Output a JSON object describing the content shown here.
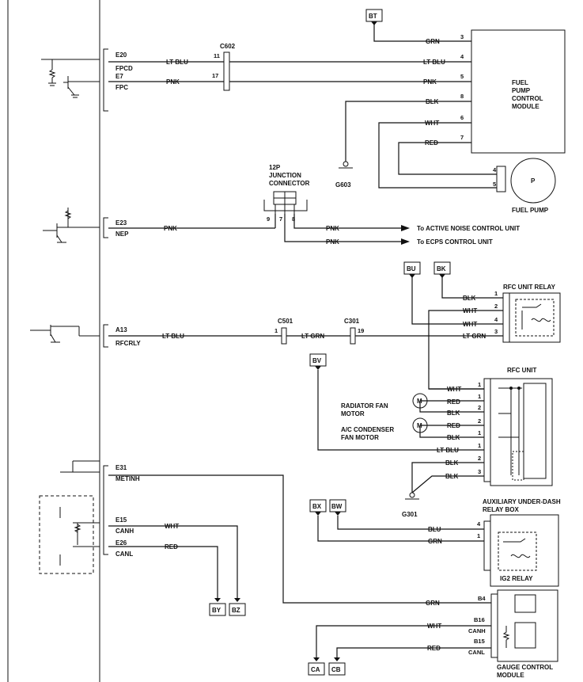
{
  "terminals": {
    "BT": "BT",
    "BU": "BU",
    "BK": "BK",
    "BV": "BV",
    "BX": "BX",
    "BW": "BW",
    "BY": "BY",
    "BZ": "BZ",
    "CA": "CA",
    "CB": "CB"
  },
  "ecm_pins": {
    "e20": "E20",
    "fpcd": "FPCD",
    "e7": "E7",
    "fpc": "FPC",
    "e23": "E23",
    "nep": "NEP",
    "a13": "A13",
    "rfcrly": "RFCRLY",
    "e31": "E31",
    "metinh": "METINH",
    "e15": "E15",
    "canh": "CANH",
    "e26": "E26",
    "canl": "CANL"
  },
  "connectors": {
    "c602": "C602",
    "c501": "C501",
    "c301": "C301",
    "jc_line1": "12P",
    "jc_line2": "JUNCTION",
    "jc_line3": "CONNECTOR",
    "g603": "G603",
    "g301": "G301"
  },
  "pins": {
    "p11": "11",
    "p17": "17",
    "p9": "9",
    "p7": "7",
    "p8": "8",
    "c501_1": "1",
    "c301_19": "19",
    "fp3": "3",
    "fp4": "4",
    "fp5": "5",
    "fp8": "8",
    "fp6": "6",
    "fp7": "7",
    "pump4": "4",
    "pump5": "5",
    "rr1": "1",
    "rr2": "2",
    "rr4": "4",
    "rr3": "3",
    "ru1": "1",
    "ru1b": "1",
    "ru2": "2",
    "ru2b": "2",
    "ru1c": "1",
    "ru1d": "1",
    "ru2c": "2",
    "ru3": "3",
    "ig4": "4",
    "ig1": "1",
    "gb4": "B4",
    "gb16": "B16",
    "gcanh": "CANH",
    "gb15": "B15",
    "gcanl": "CANL"
  },
  "wires": {
    "grn_fp": "GRN",
    "ltblu_1": "LT BLU",
    "ltblu_2": "LT BLU",
    "pnk_1": "PNK",
    "pnk_2": "PNK",
    "blk_fp": "BLK",
    "wht_fp": "WHT",
    "red_fp": "RED",
    "pnk_nep": "PNK",
    "pnk_anc": "PNK",
    "pnk_ecps": "PNK",
    "ltblu_rfc": "LT BLU",
    "ltgrn_1": "LT GRN",
    "ltgrn_2": "LT GRN",
    "blk_rr": "BLK",
    "wht_rr1": "WHT",
    "wht_rr2": "WHT",
    "wht_ru": "WHT",
    "red_ru1": "RED",
    "blk_ru1": "BLK",
    "red_ru2": "RED",
    "blk_ru2": "BLK",
    "ltblu_ru": "LT BLU",
    "blk_ru3": "BLK",
    "blk_ru4": "BLK",
    "blu_ig": "BLU",
    "grn_ig": "GRN",
    "wht_can": "WHT",
    "red_can": "RED",
    "grn_gauge": "GRN",
    "wht_gauge": "WHT",
    "red_gauge": "RED"
  },
  "components": {
    "fpcm_1": "FUEL",
    "fpcm_2": "PUMP",
    "fpcm_3": "CONTROL",
    "fpcm_4": "MODULE",
    "fuel_pump": "FUEL PUMP",
    "p_label": "P",
    "to_anc": "To ACTIVE NOISE CONTROL UNIT",
    "to_ecps": "To ECPS CONTROL UNIT",
    "rfc_relay": "RFC UNIT RELAY",
    "rfc_unit": "RFC UNIT",
    "rad_fan_1": "RADIATOR FAN",
    "rad_fan_2": "MOTOR",
    "ac_fan_1": "A/C CONDENSER",
    "ac_fan_2": "FAN MOTOR",
    "motor_m": "M",
    "aux_1": "AUXILIARY UNDER-DASH",
    "aux_2": "RELAY BOX",
    "ig2_relay": "IG2 RELAY",
    "gcm_1": "GAUGE CONTROL",
    "gcm_2": "MODULE"
  }
}
